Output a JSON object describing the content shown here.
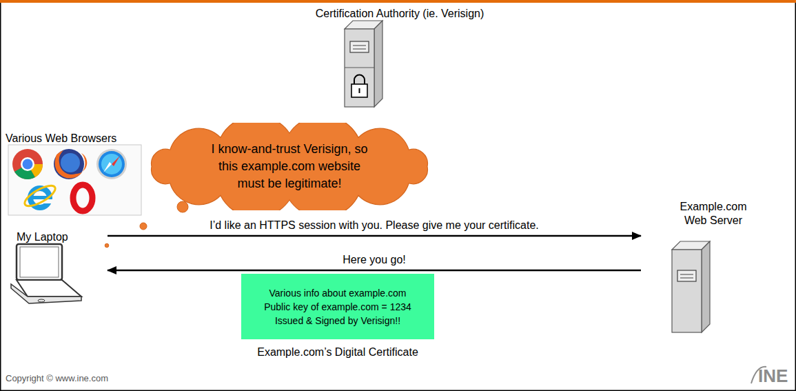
{
  "diagram": {
    "nodes": [
      {
        "text": [
          "Certification Authority (ie. Verisign)"
        ]
      },
      {
        "text": [
          "I know-and-trust Verisign, so this example.com website must be legitimate!"
        ]
      },
      {
        "text": [
          "Example.com Web Server"
        ]
      },
      {
        "text": [
          "My Laptop"
        ]
      },
      {
        "text": [
          "Various info about example.com",
          "Public key of example.com = 1234",
          "Issued & Signed by Verisign!!",
          "Example.com’s Digital Certificate"
        ]
      }
    ],
    "edges": [
      {
        "from": 3,
        "to": 2,
        "arrow": "to",
        "label": "I’d like an HTTPS session with you. Please give me your certificate."
      },
      {
        "from": 2,
        "to": 3,
        "arrow": "to",
        "label": "Here you go!"
      }
    ],
    "labels": [
      "Various Web Browsers",
      "Copyright © www.ine.com",
      "INE"
    ]
  }
}
